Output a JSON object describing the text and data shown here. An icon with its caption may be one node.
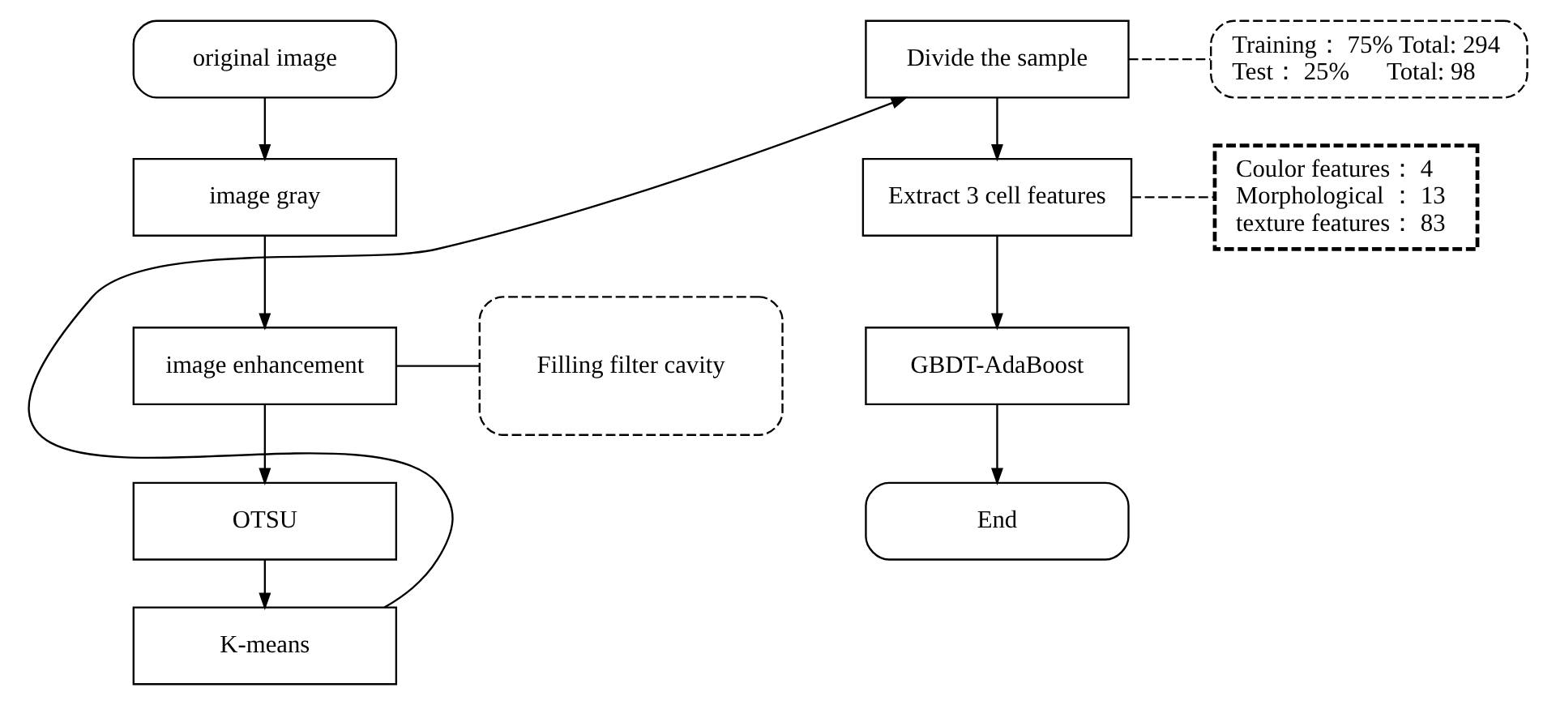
{
  "diagram": {
    "nodes": [
      {
        "text": [
          "original image"
        ]
      },
      {
        "text": [
          "image gray"
        ]
      },
      {
        "text": [
          "image enhancement"
        ]
      },
      {
        "text": [
          "Filling filter cavity"
        ]
      },
      {
        "text": [
          "OTSU"
        ]
      },
      {
        "text": [
          "K-means"
        ]
      },
      {
        "text": [
          "Divide the sample"
        ]
      },
      {
        "text": [
          "Training： 75% Total: 294",
          "Test： 25%      Total: 98"
        ]
      },
      {
        "text": [
          "Extract 3 cell features"
        ]
      },
      {
        "text": [
          "Coulor features： 4",
          "Morphological ： 13",
          "texture features： 83"
        ]
      },
      {
        "text": [
          "GBDT-AdaBoost"
        ]
      },
      {
        "text": [
          "End"
        ]
      }
    ],
    "edges": [
      {
        "from": 0,
        "to": 1,
        "arrow": "to"
      },
      {
        "from": 1,
        "to": 2,
        "arrow": "to"
      },
      {
        "from": 3,
        "to": 2,
        "arrow": "none"
      },
      {
        "from": 2,
        "to": 4,
        "arrow": "to"
      },
      {
        "from": 4,
        "to": 5,
        "arrow": "to"
      },
      {
        "from": 5,
        "to": 6,
        "arrow": "to"
      },
      {
        "from": 6,
        "to": 7,
        "arrow": "none",
        "style": "dashed"
      },
      {
        "from": 6,
        "to": 8,
        "arrow": "to"
      },
      {
        "from": 8,
        "to": 9,
        "arrow": "none",
        "style": "dashed"
      },
      {
        "from": 8,
        "to": 10,
        "arrow": "to"
      },
      {
        "from": 10,
        "to": 11,
        "arrow": "to"
      }
    ]
  }
}
